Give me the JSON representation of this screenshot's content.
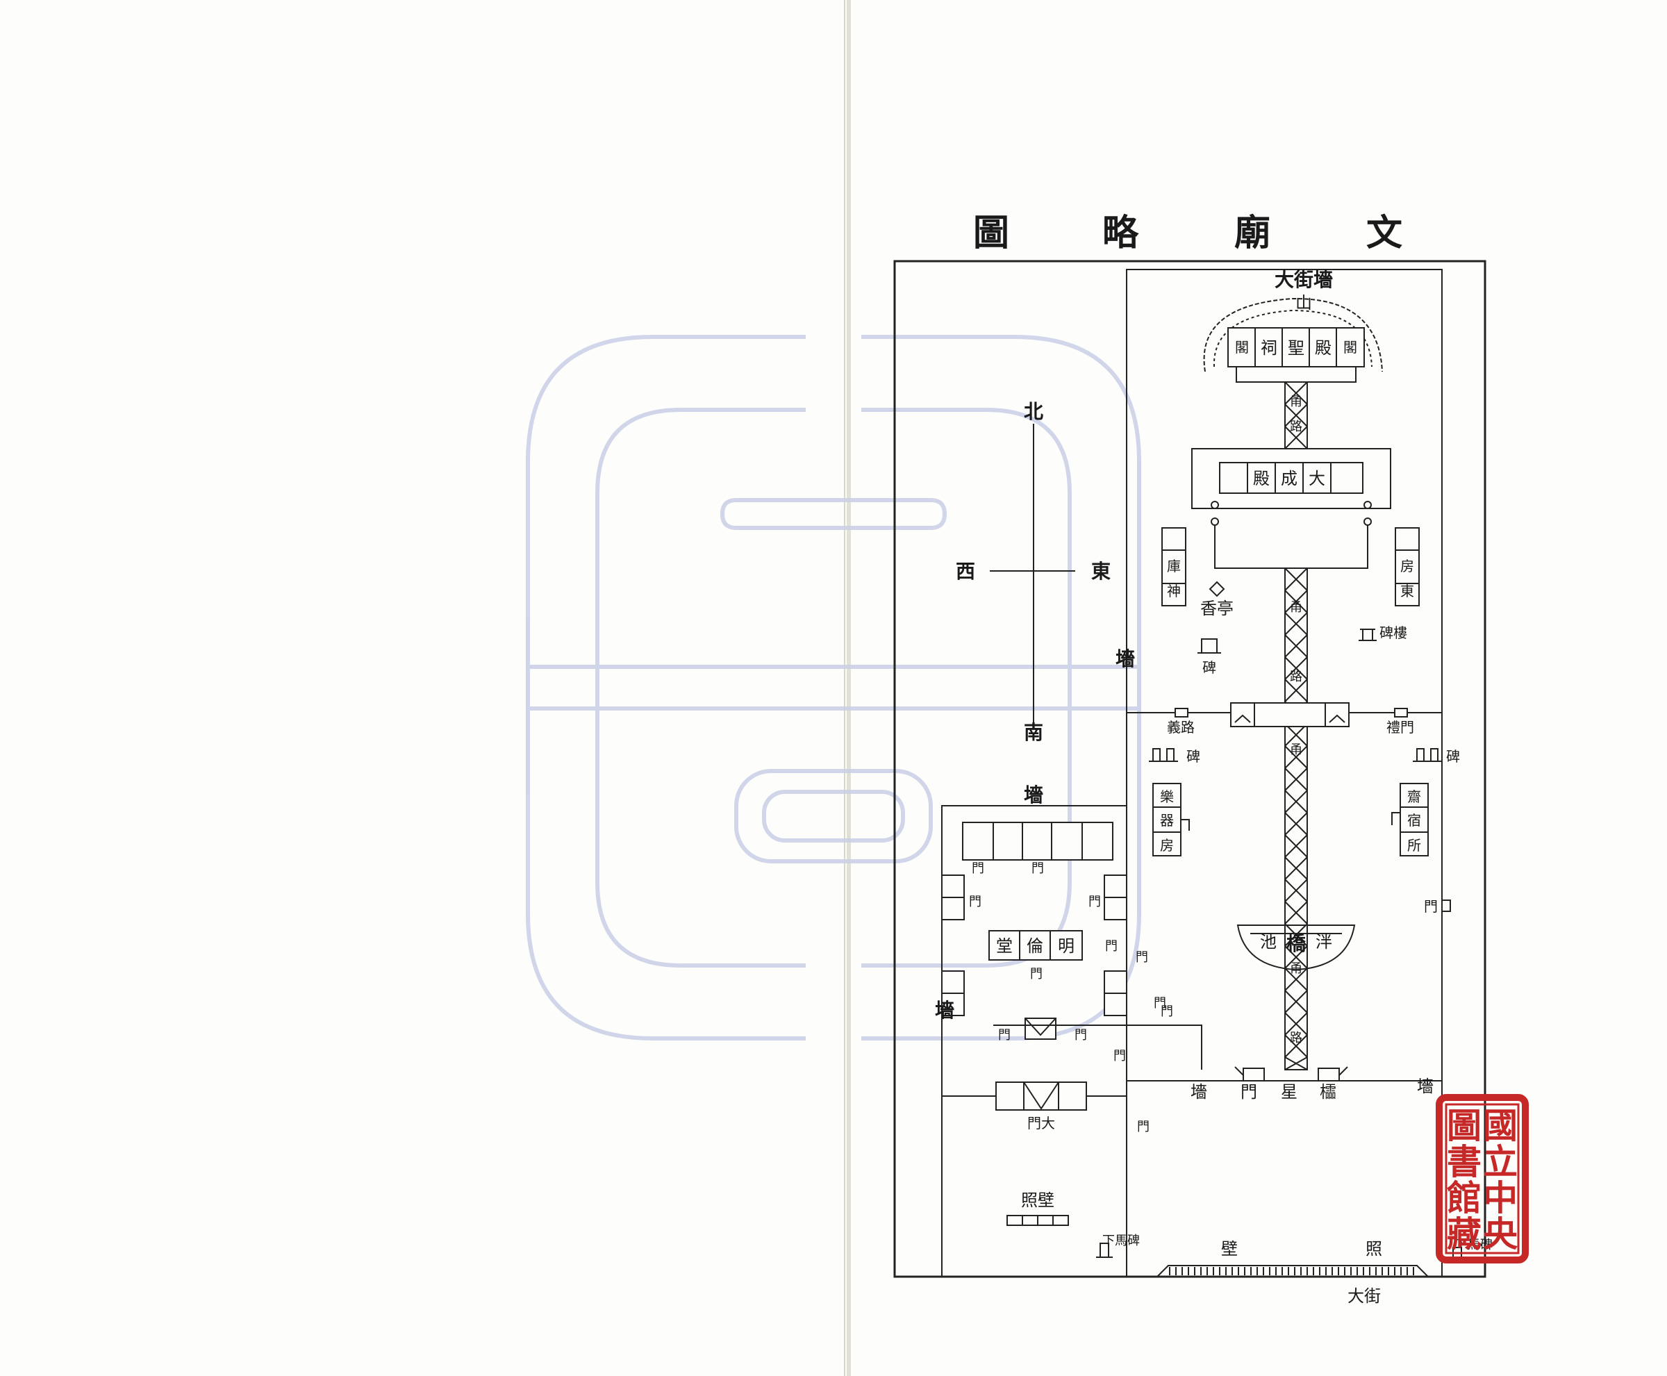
{
  "title": [
    "文",
    "廟",
    "略",
    "圖"
  ],
  "compass": {
    "north": "北",
    "south": "南",
    "east": "東",
    "west": "西"
  },
  "labels": {
    "dajie_qiang": "大街墻",
    "shan": "山",
    "gongsheng_road_1": "甬",
    "gongsheng_road_2": "路",
    "hall_top": [
      "閣",
      "祠",
      "聖",
      "殿",
      "閣"
    ],
    "dacheng_hall": [
      "殿",
      "成",
      "大"
    ],
    "shen_ku": [
      "庫",
      "神"
    ],
    "dong_fang": [
      "房",
      "東"
    ],
    "xiang_ting": "香亭",
    "bei_left": "碑",
    "bei_lou": "碑樓",
    "qiang_mid": "墻",
    "yi_lu": "義路",
    "li_men": "禮門",
    "bei_row_left": "碑",
    "bei_row_right": "碑",
    "left_room": [
      "樂",
      "器",
      "房"
    ],
    "right_room": [
      "齋",
      "宿",
      "所"
    ],
    "men_side": "門",
    "pan_chi": [
      "池",
      "橋",
      "泮"
    ],
    "lingxing": [
      "墻",
      "門",
      "星",
      "櫺",
      "墻"
    ],
    "dajie_bottom": "大街",
    "zhaobi_bottom": [
      "壁",
      "照"
    ],
    "xia_ma_bei_left": "下馬碑",
    "xia_ma_bei_right": "下馬碑",
    "qiang_left": "墻",
    "qiang_left2": "墻",
    "ming_lun_tang": [
      "堂",
      "倫",
      "明"
    ],
    "men": "門",
    "da_men": "門大",
    "zhaobi_left": "照壁"
  },
  "seal": [
    "國",
    "立",
    "中",
    "央",
    "圖",
    "書",
    "館",
    "藏"
  ],
  "colors": {
    "ink": "#1a1a1a",
    "seal": "#c62828",
    "watermark": "#c9cfe6",
    "paper": "#fdfdfb"
  },
  "icons": {
    "watermark": "library-watermark-icon"
  }
}
